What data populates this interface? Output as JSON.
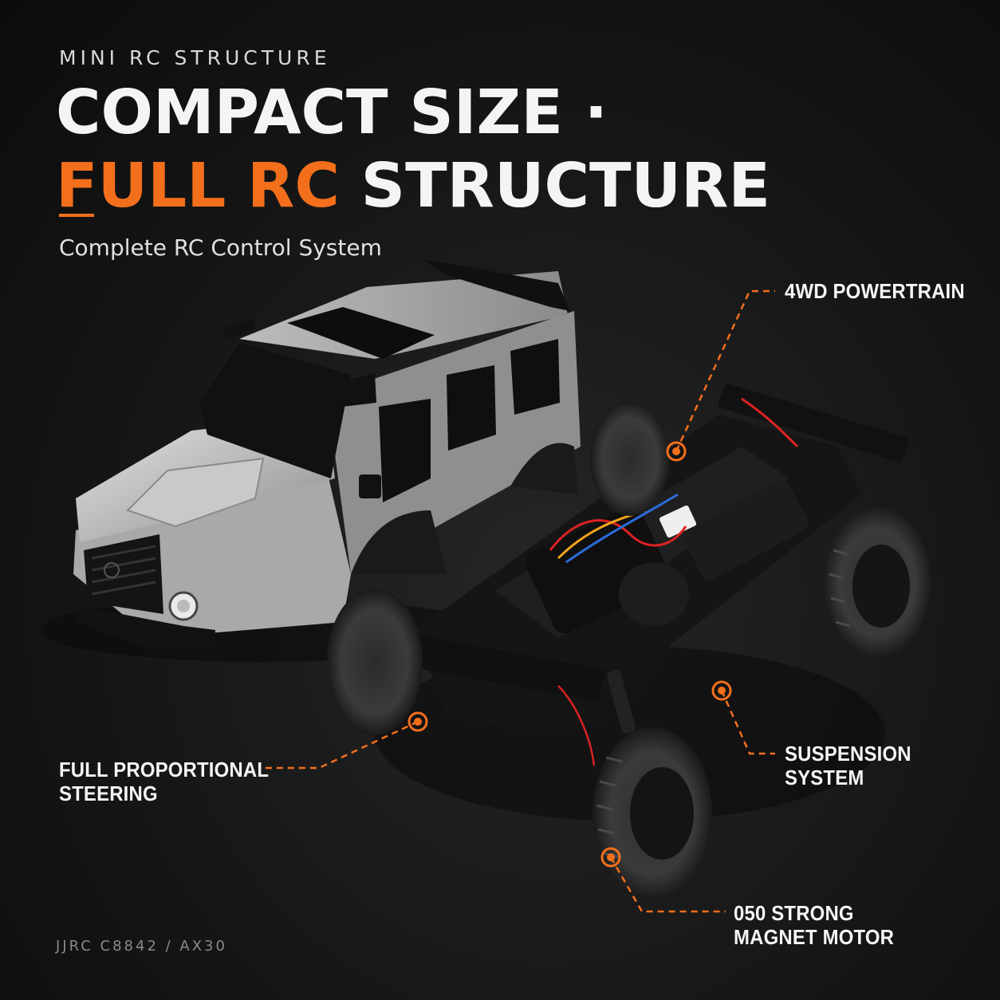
{
  "header": {
    "eyebrow": "MINI RC STRUCTURE",
    "headline_line1": "COMPACT SIZE ·",
    "headline_line2_accent": "FULL RC",
    "headline_line2_rest": " STRUCTURE",
    "subtitle": "Complete RC Control System"
  },
  "callouts": {
    "powertrain": "4WD POWERTRAIN",
    "steering_line1": "FULL PROPORTIONAL",
    "steering_line2": "STEERING",
    "suspension": "SUSPENSION SYSTEM",
    "motor_line1": "050 STRONG",
    "motor_line2": "MAGNET MOTOR"
  },
  "footer": {
    "model": "JJRC C8842 / AX30"
  },
  "colors": {
    "accent": "#f36f1c",
    "background": "#161616",
    "text": "#f4f4f4"
  }
}
